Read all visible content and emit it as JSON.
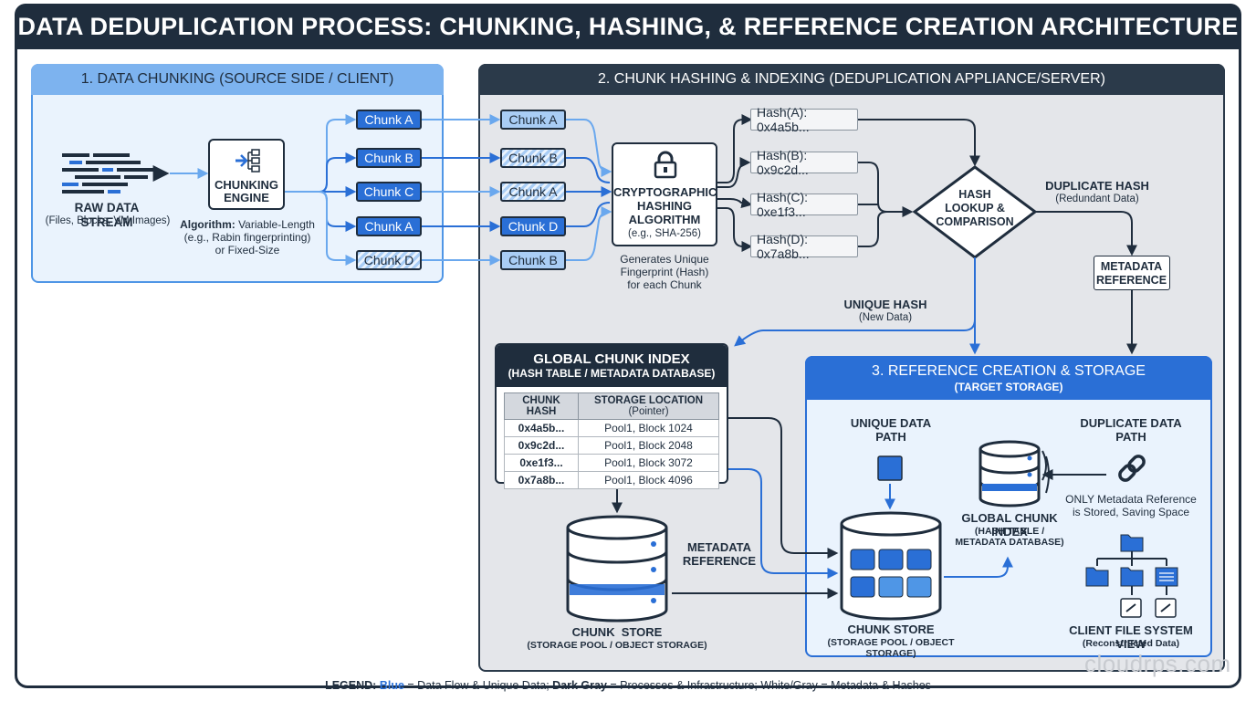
{
  "title": "DATA DEDUPLICATION PROCESS: CHUNKING, HASHING, & REFERENCE CREATION ARCHITECTURE",
  "section1": {
    "header": "1. DATA CHUNKING (SOURCE SIDE / CLIENT)",
    "raw_stream_title": "RAW DATA STREAM",
    "raw_stream_sub": "(Files, Blocks, VM Images)",
    "engine_label_1": "CHUNKING",
    "engine_label_2": "ENGINE",
    "algorithm_key": "Algorithm:",
    "algorithm_line1": " Variable-Length",
    "algorithm_line2": "(e.g., Rabin fingerprinting)",
    "algorithm_line3": "or Fixed-Size",
    "chunks": [
      "Chunk A",
      "Chunk B",
      "Chunk C",
      "Chunk A",
      "Chunk D"
    ]
  },
  "section2": {
    "header": "2. CHUNK HASHING & INDEXING (DEDUPLICATION APPLIANCE/SERVER)",
    "chunks": [
      "Chunk A",
      "Chunk B",
      "Chunk A",
      "Chunk D",
      "Chunk B"
    ],
    "hash_algo_1": "CRYPTOGRAPHIC",
    "hash_algo_2": "HASHING",
    "hash_algo_3": "ALGORITHM",
    "hash_algo_4": "(e.g., SHA-256)",
    "hash_note_1": "Generates Unique",
    "hash_note_2": "Fingerprint (Hash)",
    "hash_note_3": "for each Chunk",
    "hashes": [
      "Hash(A): 0x4a5b...",
      "Hash(B): 0x9c2d...",
      "Hash(C): 0xe1f3...",
      "Hash(D): 0x7a8b..."
    ],
    "lookup_1": "HASH",
    "lookup_2": "LOOKUP &",
    "lookup_3": "COMPARISON",
    "duplicate_hash": "DUPLICATE HASH",
    "duplicate_hash_sub": "(Redundant Data)",
    "metadata_ref_1": "METADATA",
    "metadata_ref_2": "REFERENCE",
    "unique_hash": "UNIQUE HASH",
    "unique_hash_sub": "(New Data)",
    "index_title": "GLOBAL CHUNK INDEX",
    "index_subtitle": "(HASH TABLE / METADATA DATABASE)",
    "index_headers": [
      "CHUNK HASH",
      "STORAGE LOCATION"
    ],
    "index_header_suffix": " (Pointer)",
    "index_rows": [
      [
        "0x4a5b...",
        "Pool1, Block 1024"
      ],
      [
        "0x9c2d...",
        "Pool1, Block 2048"
      ],
      [
        "0xe1f3...",
        "Pool1, Block 3072"
      ],
      [
        "0x7a8b...",
        "Pool1, Block 4096"
      ]
    ],
    "metadata_ref2_1": "METADATA",
    "metadata_ref2_2": "REFERENCE",
    "store_title": "CHUNK  STORE",
    "store_sub": "(STORAGE POOL / OBJECT STORAGE)"
  },
  "section3": {
    "header": "3. REFERENCE CREATION & STORAGE",
    "header_sub": "(TARGET STORAGE)",
    "unique_path_1": "UNIQUE DATA",
    "unique_path_2": "PATH",
    "duplicate_path_1": "DUPLICATE DATA",
    "duplicate_path_2": "PATH",
    "only_meta_1": "ONLY Metadata Reference",
    "only_meta_2": "is Stored, Saving Space",
    "gci_1": "GLOBAL CHUNK INDEX",
    "gci_2": "(HASH TABLE /",
    "gci_3": "METADATA DATABASE)",
    "store_title": "CHUNK STORE",
    "store_sub": "(STORAGE POOL / OBJECT STORAGE)",
    "client_title": "CLIENT FILE SYSTEM VIEW",
    "client_sub": "(Reconstructed Data)"
  },
  "legend": {
    "key": "LEGEND:",
    "blue": "Blue",
    "blue_desc": " = Data Flow & Unique Data; ",
    "dark": "Dark Gray",
    "dark_desc": " = Processes & Infrastructure; White/Gray = Metadata & Hashes"
  },
  "watermark": "cloudrps.com",
  "colors": {
    "dark": "#1f2d3d",
    "blue": "#2a6fd6",
    "light_blue": "#7db3ef",
    "panel_gray": "#e4e6ea"
  }
}
